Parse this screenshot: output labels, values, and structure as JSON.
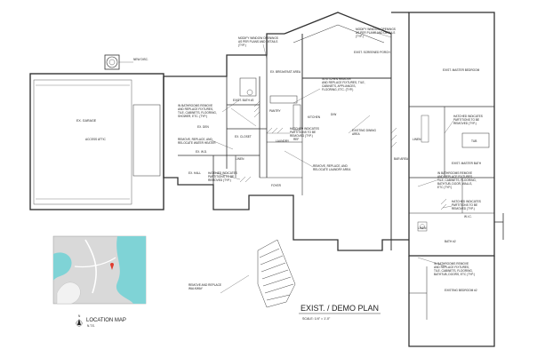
{
  "sheet": {
    "title": "EXIST. / DEMO PLAN",
    "scale": "SCALE: 1/4\" = 1'-0\"",
    "map_title": "LOCATION MAP",
    "map_sub": "N.T.S.",
    "north": "N"
  },
  "rooms": {
    "garage": "EX. GARAGE",
    "attic": "ACCESS ATTIC",
    "breakfast": "EX. BREAKFAST AREA",
    "pantry": "PANTRY",
    "kitchen": "KITCHEN",
    "dw": "D/W",
    "ref": "REF",
    "laundry": "LAUNDRY",
    "den": "EX. DEN",
    "closet": "EX. CLOSET",
    "linen1": "LINEN",
    "hall": "EX. HALL",
    "foyer": "FOYER",
    "bath3": "EXIST. BATH #3",
    "porch": "EXIST. SCREENED PORCH",
    "master_bed": "EXIST. MASTER BEDROOM",
    "bar": "BAR AREA",
    "master_bath": "EXIST. MASTER BATH",
    "tub": "TUB",
    "wic": "W.I.C.",
    "linen2": "LINEN",
    "linen3": "LINEN",
    "bath2": "BATH #2",
    "bed2": "EXISTING BEDROOM #2",
    "wd": "EX. W.D."
  },
  "notes": {
    "hvac": "NEW DISC.",
    "modify1": [
      "MODIFY WINDOW OPENINGS",
      "AS PER PLANS AND DETAILS",
      "(TYP.)"
    ],
    "modify2": [
      "MODIFY WINDOW OPENINGS",
      "AS PER PLANS AND DETAILS",
      "(TYP.)"
    ],
    "bath_remove": [
      "IN BATHROOMS REMOVE",
      "AND REPLACE FIXTURES,",
      "TILE, CABINETS, FLOORING,",
      "SHOWER, ETC. (TYP.)"
    ],
    "kitchen_remove": [
      "IN KITCHEN REMOVE",
      "AND REPLACE FIXTURES, TILE,",
      "CABINETS, APPLIANCES,",
      "FLOORING, ETC. (TYP.)"
    ],
    "water_heater": [
      "REMOVE, REPLACE, AND",
      "RELOCATE WATER HEATER"
    ],
    "hatched1": [
      "HATCHED INDICATES",
      "PARTITIONS TO BE",
      "REMOVED (TYP.)"
    ],
    "hatched2": [
      "HATCHED INDICATES",
      "PARTITIONS TO BE",
      "REMOVED (TYP.)"
    ],
    "hatched3": [
      "HATCHED INDICATES",
      "PARTITIONS TO BE",
      "REMOVED (TYP.)"
    ],
    "hatched4": [
      "HATCHED INDICATES",
      "PARTITIONS TO BE",
      "REMOVED (TYP.)"
    ],
    "dining": [
      "EXISTING DINING",
      "AREA"
    ],
    "laundry_relocate": [
      "REMOVE, REPLACE, AND",
      "RELOCATE LAUNDRY AREA"
    ],
    "bath_remove2": [
      "IN BATHROOMS REMOVE",
      "AND REPLACE FIXTURES,",
      "TILE, CABINETS, FLOORING,",
      "BATHTUB, DOOR, WALLS,",
      "ETC (TYP.)"
    ],
    "bath_remove3": [
      "IN BATHROOMS REMOVE",
      "AND REPLACE FIXTURES,",
      "TILE, CABINETS, FLOORING,",
      "BATHTUB, DOORS, ETC (TYP.)"
    ],
    "walkway": [
      "REMOVE AND REPLACE",
      "WALKWAY"
    ]
  }
}
